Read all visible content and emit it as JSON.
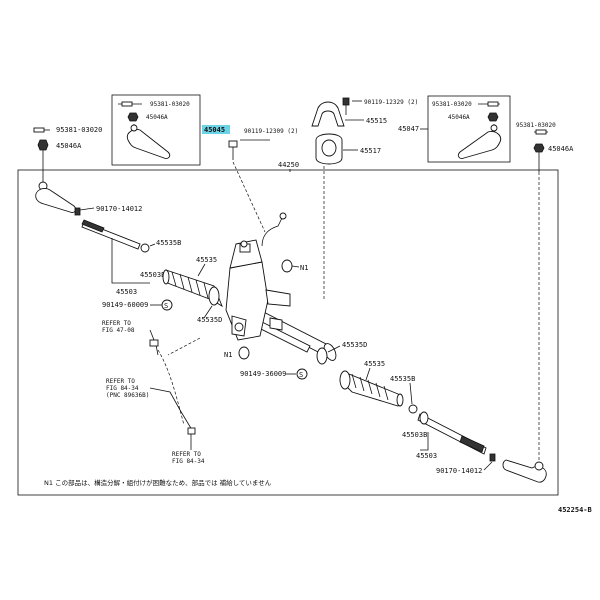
{
  "labels": {
    "p90119_12329": "90119-12329 (2)",
    "p90119_12309": "90119-12309 (2)",
    "p45515": "45515",
    "p45517": "45517",
    "p44250": "44250",
    "p45045": "45045",
    "p45047": "45047",
    "p90170_14012_top": "90170-14012",
    "p90170_14012_bot": "90170-14012",
    "p45535b": "45535B",
    "p45503b_left": "45503B",
    "p45503_left": "45503",
    "p90149_60009": "90149-60009",
    "p45535d": "45535D",
    "p45535d_right": "45535D",
    "p45535_left": "45535",
    "p45535_right": "45535",
    "p45535b_right": "45535B",
    "p45503b_right": "45503B",
    "p45503_right": "45503",
    "p90149_36009": "90149-36009",
    "n1_top": "N1",
    "n1_mid": "N1",
    "s_left": "S",
    "s_right": "S",
    "p95381_03020_l": "95381-03020",
    "p45046a_l": "45046A",
    "p95381_03020_in_l": "95381-03020",
    "p45046a_in_l": "45046A",
    "p95381_03020_in_r": "95381-03020",
    "p45046a_in_r": "45046A",
    "p95381_03020_r": "95381-03020",
    "p45046a_r": "45046A"
  },
  "refs": {
    "ref1_line1": "REFER TO",
    "ref1_line2": "FIG 47-08",
    "ref2_line1": "REFER TO",
    "ref2_line2": "FIG 84-34",
    "ref2_line3": "(PNC 89636B)",
    "ref3_line1": "REFER TO",
    "ref3_line2": "FIG 84-34"
  },
  "note": "N1 この部品は、構造分解・組付けが困難なため、部品では 補給していません",
  "figure_id": "452254-B",
  "colors": {
    "highlight": "#6cd3e6"
  }
}
